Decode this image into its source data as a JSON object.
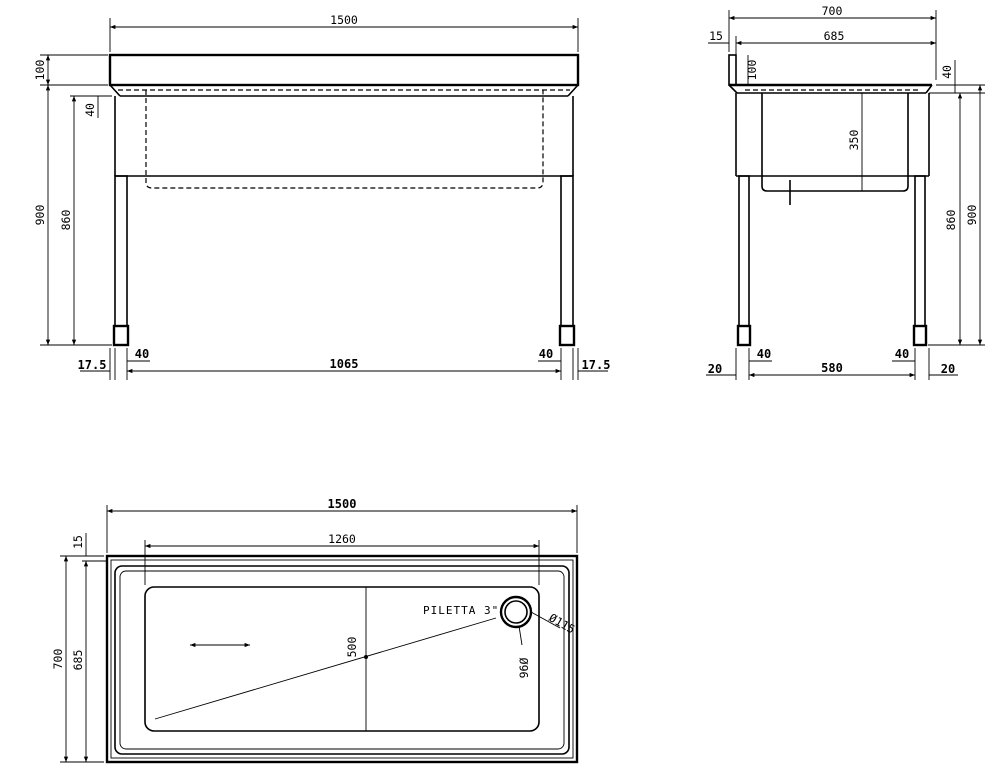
{
  "front_view": {
    "overall_width": "1500",
    "top_thickness": "100",
    "rim_height": "40",
    "total_height": "900",
    "leg_height": "860",
    "left_offset": "17.5",
    "left_leg": "40",
    "leg_span": "1065",
    "right_leg": "40",
    "right_offset": "17.5"
  },
  "side_view": {
    "overall_depth": "700",
    "inner_depth": "685",
    "backsplash": "15",
    "top_thickness": "100",
    "rim_height": "40",
    "basin_depth": "350",
    "leg_height": "860",
    "total_height": "900",
    "left_offset": "20",
    "left_leg": "40",
    "leg_span": "580",
    "right_leg": "40",
    "right_offset": "20"
  },
  "top_view": {
    "overall_width": "1500",
    "basin_length": "1260",
    "backsplash": "15",
    "overall_depth": "700",
    "inner_depth": "685",
    "basin_width": "500",
    "drain_label": "PILETTA 3\"",
    "drain_outer": "Ø115",
    "drain_inner": "96Ø"
  }
}
